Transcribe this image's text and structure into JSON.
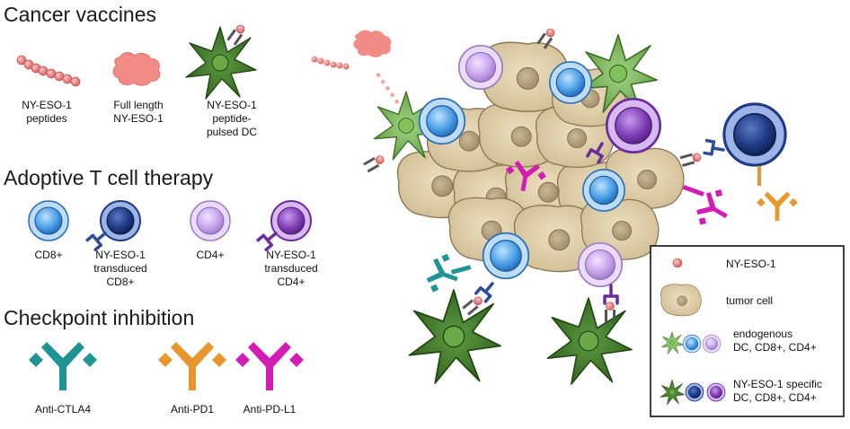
{
  "sections": {
    "vaccines": "Cancer vaccines",
    "adoptive": "Adoptive T cell therapy",
    "checkpoint": "Checkpoint inhibition"
  },
  "vaccine_items": [
    {
      "line1": "NY-ESO-1",
      "line2": "peptides",
      "line3": ""
    },
    {
      "line1": "Full length",
      "line2": "NY-ESO-1",
      "line3": ""
    },
    {
      "line1": "NY-ESO-1",
      "line2": "peptide-",
      "line3": "pulsed DC"
    }
  ],
  "cell_items": [
    {
      "line1": "CD8+",
      "line2": "",
      "line3": ""
    },
    {
      "line1": "NY-ESO-1",
      "line2": "transduced",
      "line3": "CD8+"
    },
    {
      "line1": "CD4+",
      "line2": "",
      "line3": ""
    },
    {
      "line1": "NY-ESO-1",
      "line2": "transduced",
      "line3": "CD4+"
    }
  ],
  "antibody_items": [
    {
      "label": "Anti-CTLA4",
      "color": "#1e9494"
    },
    {
      "label": "Anti-PD1",
      "color": "#e8962e"
    },
    {
      "label": "Anti-PD-L1",
      "color": "#d21cb4"
    }
  ],
  "legend": {
    "antigen": "NY-ESO-1",
    "tumor": "tumor cell",
    "endogenous_l1": "endogenous",
    "endogenous_l2": "DC, CD8+, CD4+",
    "specific_l1": "NY-ESO-1 specific",
    "specific_l2": "DC, CD8+, CD4+"
  },
  "colors": {
    "antigen": "#e87a78",
    "tumor": "#ddc9a0",
    "tumor_nucleus": "#b3a07d",
    "cd8": "#3a8fdb",
    "cd4": "#c8a6e8",
    "transduced_cd8": "#263f7e",
    "transduced_cd4": "#7d3aab",
    "dc_light": "#6fa84b",
    "dc_dark": "#3e7a2a"
  }
}
